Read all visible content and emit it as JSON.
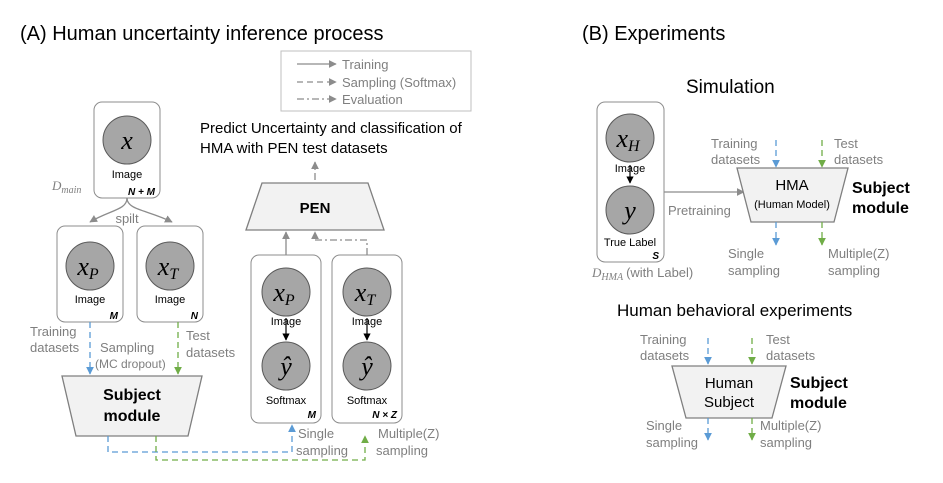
{
  "panel_a": {
    "title": "(A) Human uncertainty inference process",
    "legend": {
      "training": "Training",
      "sampling": "Sampling (Softmax)",
      "evaluation": "Evaluation"
    },
    "predict_text_1": "Predict Uncertainty and classification of",
    "predict_text_2": "HMA with PEN test datasets",
    "pen": "PEN",
    "dmain_label": "D",
    "dmain_sub": "main",
    "main_node": {
      "var": "x",
      "caption": "Image",
      "plate": "N + M"
    },
    "spilt": "spilt",
    "xp_node": {
      "var": "x",
      "sub": "P",
      "caption": "Image",
      "plate": "M"
    },
    "xt_node": {
      "var": "x",
      "sub": "T",
      "caption": "Image",
      "plate": "N"
    },
    "training_datasets_1": "Training",
    "training_datasets_2": "datasets",
    "test_datasets_1": "Test",
    "test_datasets_2": "datasets",
    "sampling_1": "Sampling",
    "sampling_2": "(MC dropout)",
    "subject_module_1": "Subject",
    "subject_module_2": "module",
    "pen_left": {
      "top_var": "x",
      "top_sub": "P",
      "top_caption": "Image",
      "bottom_var": "ŷ",
      "bottom_caption": "Softmax",
      "plate": "M"
    },
    "pen_right": {
      "top_var": "x",
      "top_sub": "T",
      "top_caption": "Image",
      "bottom_var": "ŷ",
      "bottom_caption": "Softmax",
      "plate": "N × Z"
    },
    "single_sampling_1": "Single",
    "single_sampling_2": "sampling",
    "multiple_sampling_1": "Multiple(Z)",
    "multiple_sampling_2": "sampling"
  },
  "panel_b": {
    "title": "(B) Experiments",
    "simulation": "Simulation",
    "plate": {
      "top_var": "x",
      "top_sub": "H",
      "top_caption": "Image",
      "bottom_var": "y",
      "bottom_caption": "True Label",
      "plate": "S"
    },
    "dhma_label": "D",
    "dhma_sub": "HMA",
    "dhma_suffix": "(with Label)",
    "pretraining": "Pretraining",
    "training_datasets_1": "Training",
    "training_datasets_2": "datasets",
    "test_datasets_1": "Test",
    "test_datasets_2": "datasets",
    "hma_1": "HMA",
    "hma_2": "(Human Model)",
    "subject_module_1": "Subject",
    "subject_module_2": "module",
    "single_sampling_1": "Single",
    "single_sampling_2": "sampling",
    "multiple_sampling_1": "Multiple(Z)",
    "multiple_sampling_2": "sampling",
    "human_behavioral": "Human behavioral experiments",
    "h_training_datasets_1": "Training",
    "h_training_datasets_2": "datasets",
    "h_test_datasets_1": "Test",
    "h_test_datasets_2": "datasets",
    "human_subject_1": "Human",
    "human_subject_2": "Subject",
    "h_subject_module_1": "Subject",
    "h_subject_module_2": "module",
    "h_single_sampling_1": "Single",
    "h_single_sampling_2": "sampling",
    "h_multiple_sampling_1": "Multiple(Z)",
    "h_multiple_sampling_2": "sampling"
  },
  "colors": {
    "node_fill": "#a6a6a6",
    "gray_line": "#8c8c8c",
    "blue": "#5b9bd5",
    "green": "#70ad47",
    "label_gray": "#7f7f7f",
    "module_fill": "#f2f2f2"
  }
}
